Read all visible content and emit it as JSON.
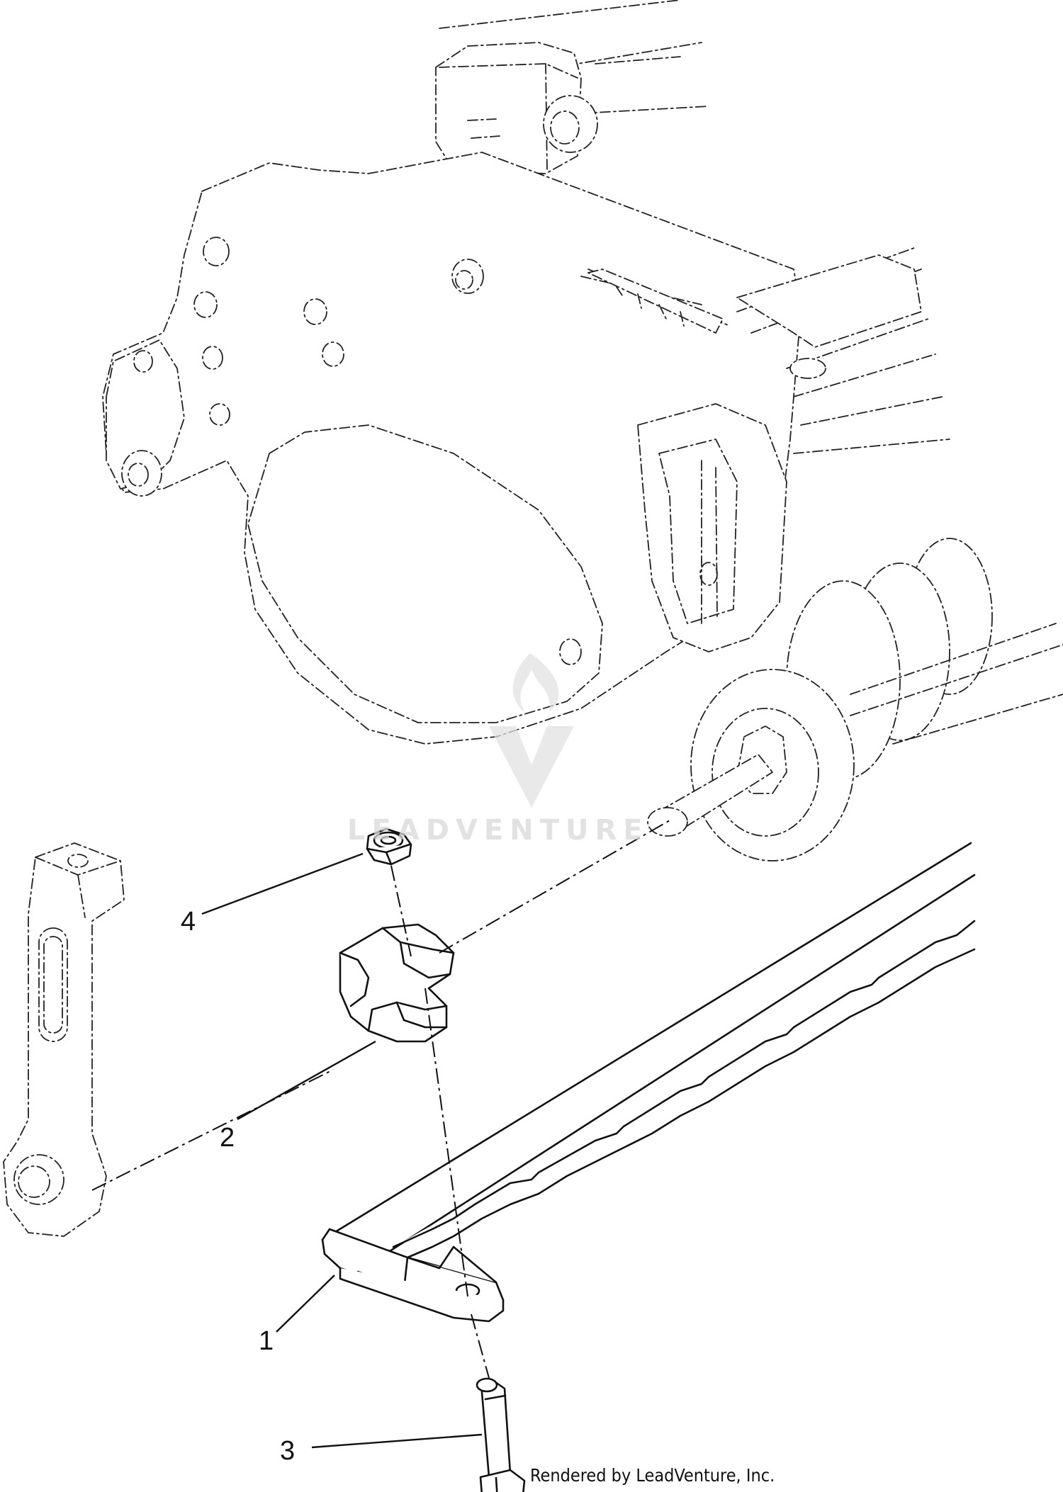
{
  "callouts": [
    {
      "id": "1",
      "label": "1"
    },
    {
      "id": "2",
      "label": "2"
    },
    {
      "id": "3",
      "label": "3"
    },
    {
      "id": "4",
      "label": "4"
    }
  ],
  "credit": "Rendered by LeadVenture, Inc.",
  "watermark": {
    "text": "LEADVENTURE",
    "logo_icon": "flame-v-logo-icon"
  },
  "colors": {
    "line": "#111111",
    "watermark": "#d9d9d9",
    "background": "#ffffff"
  }
}
